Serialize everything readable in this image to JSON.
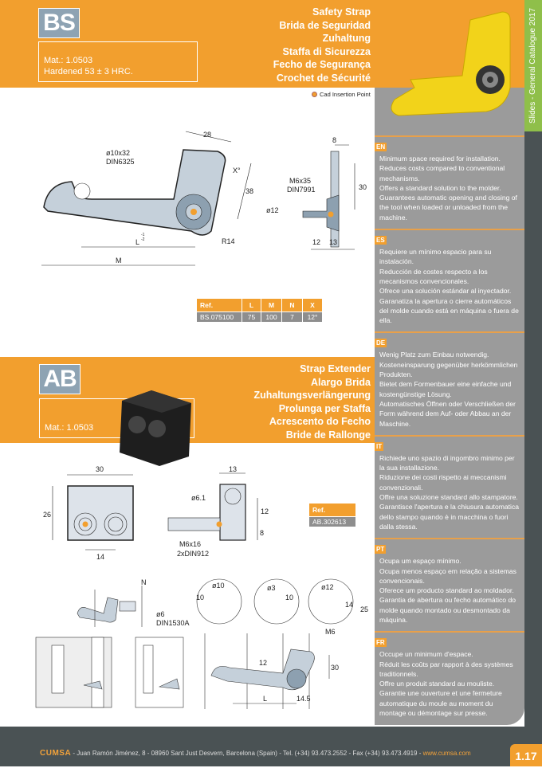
{
  "side_tab": "Slides - General Catalogue 2017",
  "bs": {
    "code": "BS",
    "material": "Mat.: 1.0503",
    "hardness": "Hardened 53 ± 3 HRC.",
    "titles": [
      "Safety Strap",
      "Brida de Seguridad",
      "Zuhaltung",
      "Staffa di Sicurezza",
      "Fecho de Segurança",
      "Crochet de Sécurité"
    ],
    "cad_legend": "Cad Insertion Point",
    "drawing_labels": {
      "d28": "28",
      "pin": "ø10x32",
      "pin_std": "DIN6325",
      "x": "X°",
      "d38": "38",
      "L": "L",
      "L_tol_up": "-1",
      "L_tol_dn": "-2",
      "M": "M",
      "r14": "R14",
      "d8": "8",
      "screw": "M6x35",
      "screw_std": "DIN7991",
      "d30": "30",
      "d12": "ø12",
      "d12b": "12",
      "d13": "13"
    },
    "table": {
      "headers": [
        "Ref.",
        "L",
        "M",
        "N",
        "X"
      ],
      "rows": [
        [
          "BS.075100",
          "75",
          "100",
          "7",
          "12°"
        ]
      ]
    }
  },
  "ab": {
    "code": "AB",
    "material": "Mat.: 1.0503",
    "titles": [
      "Strap Extender",
      "Alargo Brida",
      "Zuhaltungsverlängerung",
      "Prolunga per Staffa",
      "Acrescento do Fecho",
      "Bride de Rallonge"
    ],
    "drawing_labels": {
      "d30": "30",
      "d26": "26",
      "d14": "14",
      "d13": "13",
      "d61": "ø6.1",
      "d12": "12",
      "d8": "8",
      "screw": "M6x16",
      "screw_std": "2xDIN912"
    },
    "table": {
      "headers": [
        "Ref."
      ],
      "rows": [
        [
          "AB.302613"
        ]
      ]
    }
  },
  "install": {
    "N": "N",
    "pin": "ø6",
    "pin_std": "DIN1530A",
    "d10a": "ø10",
    "d10b": "10",
    "d3": "ø3",
    "d10c": "10",
    "d12": "ø12",
    "d14": "14",
    "d25": "25",
    "m6": "M6",
    "d12b": "12",
    "d30": "30",
    "L": "L",
    "d145": "14.5"
  },
  "descriptions": [
    {
      "lang": "EN",
      "text": "Minimum space required for installation.\nReduces costs compared to conventional mechanisms.\nOffers a standard solution to the molder.\nGuarantees automatic opening and closing of the tool when loaded or unloaded from the machine."
    },
    {
      "lang": "ES",
      "text": "Requiere un mínimo espacio para su instalación.\nReducción de costes respecto a los mecanismos convencionales.\nOfrece una solución estándar al inyectador.\nGaranatiza la apertura o cierre automáticos del molde cuando está en máquina o fuera de ella."
    },
    {
      "lang": "DE",
      "text": "Wenig Platz zum Einbau notwendig.\nKosteneinsparung gegenüber herkömmlichen Produkten.\nBietet dem Formenbauer eine einfache und kostengünstige Lösung.\nAutomatisches Öffnen oder Verschließen der Form während dem Auf- oder Abbau an der Maschine."
    },
    {
      "lang": "IT",
      "text": "Richiede uno spazio di ingombro minimo per la sua installazione.\nRiduzione dei costi rispetto ai meccanismi convenzionali.\nOffre una soluzione standard allo stampatore.\nGarantisce l'apertura e la chiusura automatica dello stampo quando è in macchina o fuori dalla stessa."
    },
    {
      "lang": "PT",
      "text": "Ocupa um espaço mínimo.\nOcupa menos espaço em relação a sistemas convencionais.\nOferece um producto standard ao moldador.\nGarantia de abertura ou fecho automático do molde quando montado ou desmontado da máquina."
    },
    {
      "lang": "FR",
      "text": "Occupe un minimum d'espace.\nRéduit les coûts par rapport à des systèmes traditionnels.\nOffre un produit standard au mouliste.\nGarantie une ouverture et une fermeture automatique du moule au moment du montage ou démontage sur presse."
    }
  ],
  "footer": {
    "brand": "CUMSA",
    "address": " - Juan Ramón Jiménez, 8 - 08960 Sant Just Desvern, Barcelona (Spain) - Tel. (+34) 93.473.2552 - Fax (+34) 93.473.4919 - ",
    "web": "www.cumsa.com",
    "page": "1.17"
  },
  "colors": {
    "orange": "#f29f2e",
    "steel": "#c5d0da",
    "code_box": "#8ea3b3",
    "dark": "#4a5254",
    "green": "#8fbf4a"
  }
}
